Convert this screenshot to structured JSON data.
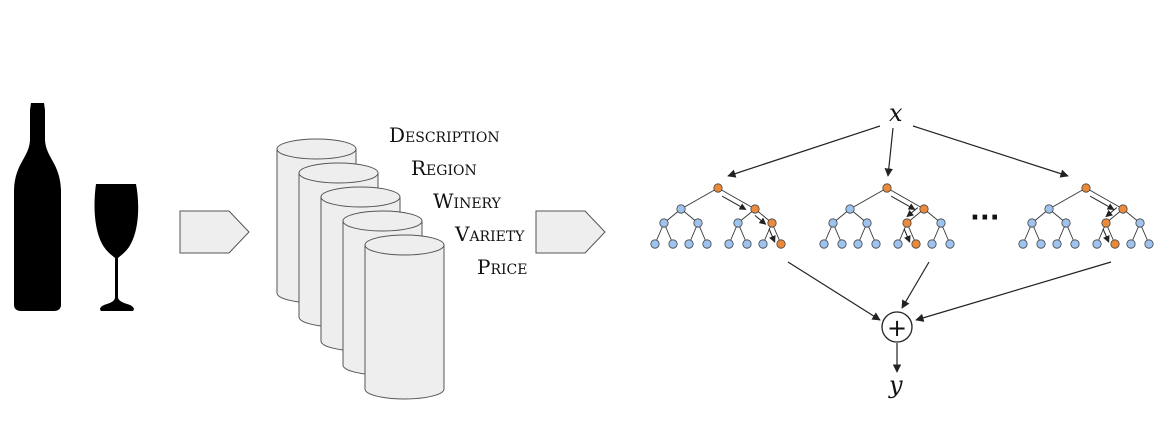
{
  "diagram": {
    "feature_labels": [
      "Description",
      "Region",
      "Winery",
      "Variety",
      "Price"
    ],
    "input_symbol": "x",
    "output_symbol": "y",
    "sum_symbol": "+",
    "ellipsis": "···",
    "colors": {
      "silhouette": "#000000",
      "arrow_fill": "#eeeeee",
      "cylinder_fill": "#eeeeee",
      "node_default": "#9ec3ef",
      "node_active": "#ec8a3a",
      "line": "#222222"
    }
  }
}
